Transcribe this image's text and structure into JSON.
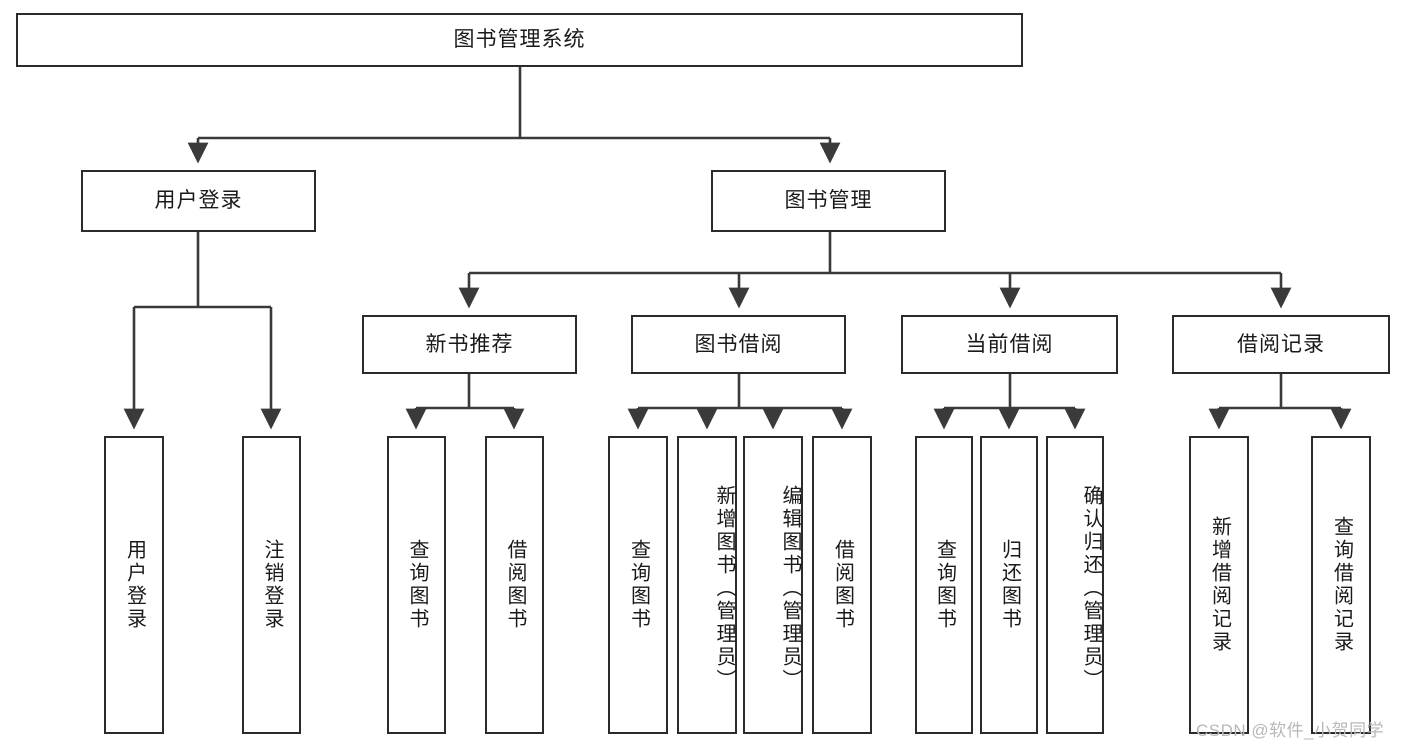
{
  "diagram": {
    "title": "图书管理系统",
    "type": "tree-hierarchy-diagram",
    "colors": {
      "box_border": "#2b2b2b",
      "box_fill": "#ffffff",
      "connector": "#3a3a3a",
      "text": "#1a1a1a",
      "watermark": "#b8b8b8",
      "background": "#ffffff"
    },
    "root": {
      "label": "图书管理系统"
    },
    "level2": [
      {
        "label": "用户登录"
      },
      {
        "label": "图书管理"
      }
    ],
    "level3": [
      {
        "label": "新书推荐"
      },
      {
        "label": "图书借阅"
      },
      {
        "label": "当前借阅"
      },
      {
        "label": "借阅记录"
      }
    ],
    "leaves": {
      "user_login": [
        {
          "label": "用户登录"
        },
        {
          "label": "注销登录"
        }
      ],
      "new_book_recommend": [
        {
          "label": "查询图书"
        },
        {
          "label": "借阅图书"
        }
      ],
      "book_borrow": [
        {
          "label": "查询图书"
        },
        {
          "label": "新增图书（管理员）"
        },
        {
          "label": "编辑图书（管理员）"
        },
        {
          "label": "借阅图书"
        }
      ],
      "current_borrow": [
        {
          "label": "查询图书"
        },
        {
          "label": "归还图书"
        },
        {
          "label": "确认归还（管理员）"
        }
      ],
      "borrow_record": [
        {
          "label": "新增借阅记录"
        },
        {
          "label": "查询借阅记录"
        }
      ]
    }
  },
  "watermark": {
    "text": "CSDN @软件_小贺同学"
  }
}
